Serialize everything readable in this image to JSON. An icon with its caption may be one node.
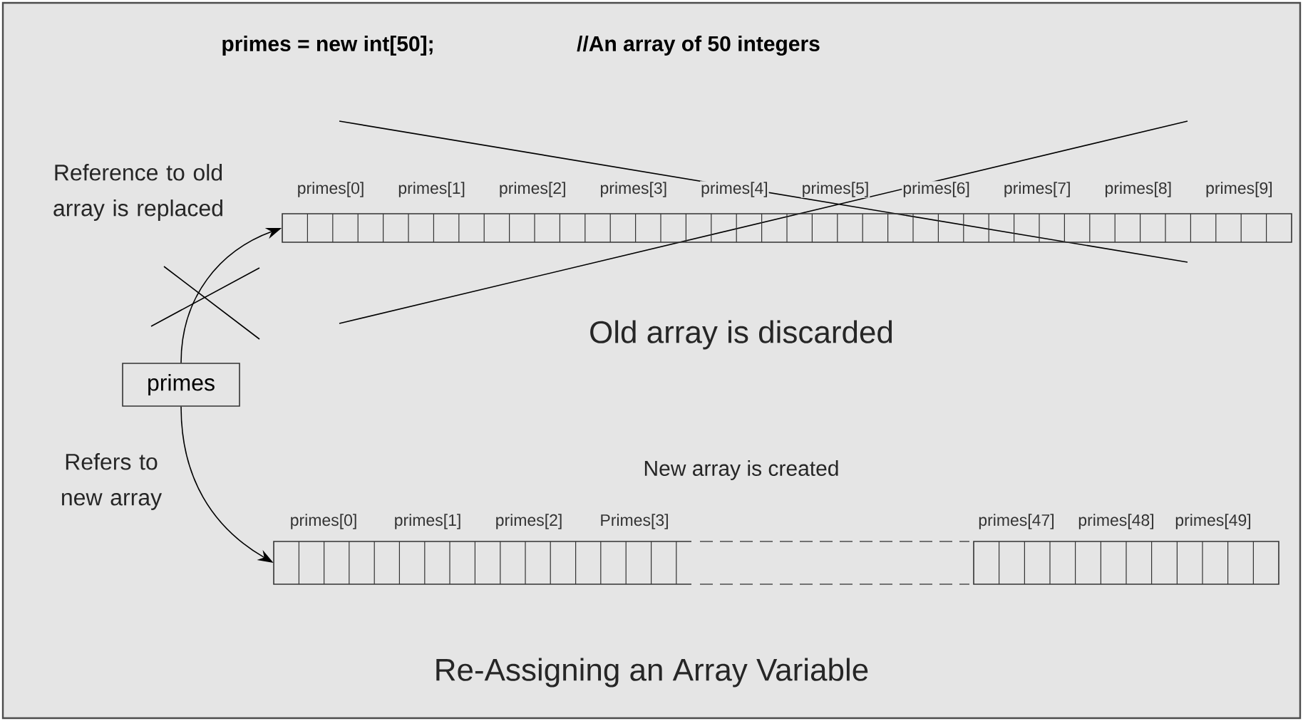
{
  "diagram": {
    "caption": "Re-Assigning an Array Variable",
    "nodes": [
      {
        "text": [
          "primes"
        ]
      },
      {
        "text": [
          "primes[0]",
          "primes[1]",
          "primes[2]",
          "primes[3]",
          "primes[4]",
          "primes[5]",
          "primes[6]",
          "primes[7]",
          "primes[8]",
          "primes[9]"
        ],
        "beside": [
          "Old array is discarded"
        ]
      },
      {
        "text": [
          "primes[0]",
          "primes[1]",
          "primes[2]",
          "Primes[3]",
          "primes[47]",
          "primes[48]",
          "primes[49]"
        ],
        "beside": [
          "New array is created"
        ]
      }
    ],
    "edges": [
      {
        "from": 0,
        "to": 1,
        "arrow": "to",
        "label": "Reference to old array is replaced"
      },
      {
        "from": 0,
        "to": 2,
        "arrow": "to",
        "label": "Refers to new array"
      }
    ],
    "labels": [
      "primes = new int[50];",
      "//An array of 50 integers"
    ]
  }
}
